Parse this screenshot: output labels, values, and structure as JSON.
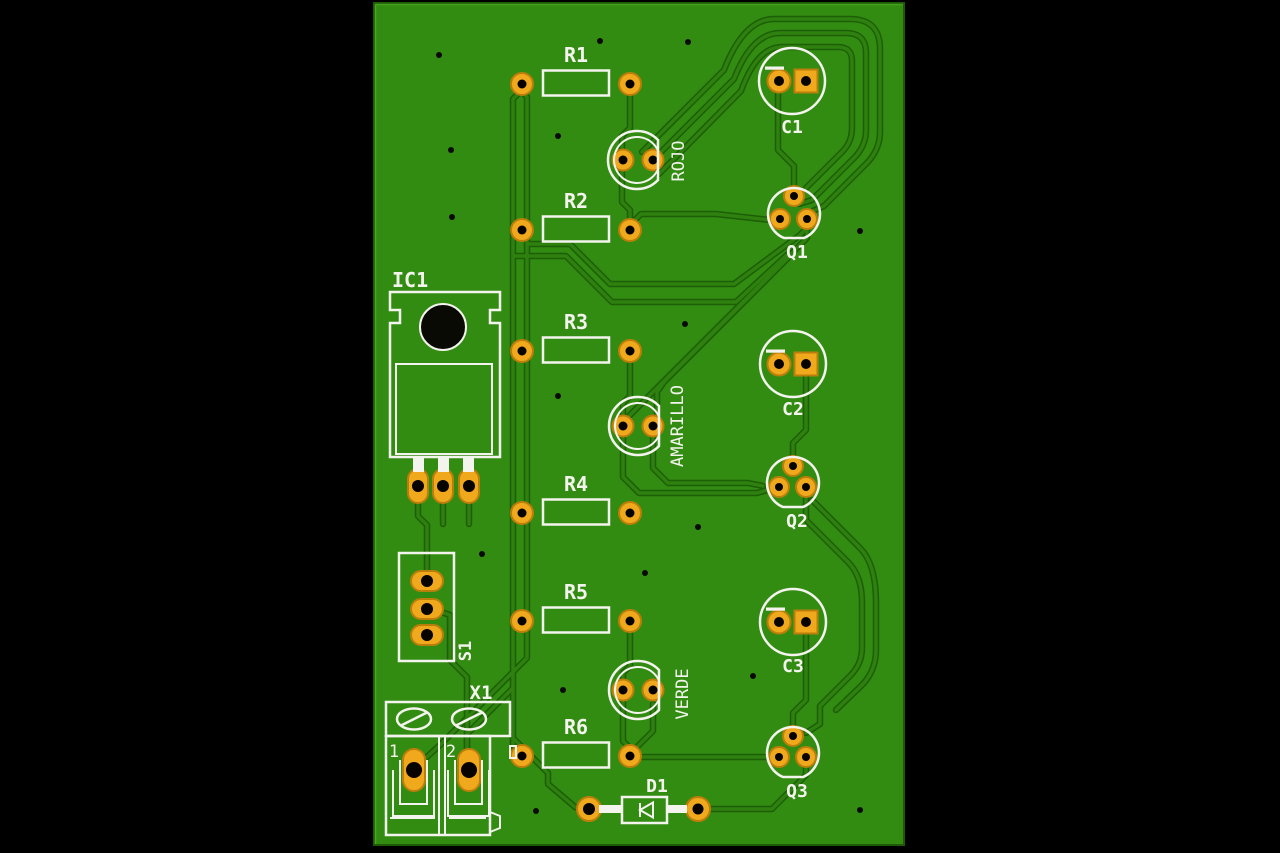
{
  "board": {
    "refs": {
      "r1": "R1",
      "r2": "R2",
      "r3": "R3",
      "r4": "R4",
      "r5": "R5",
      "r6": "R6",
      "ic1": "IC1",
      "s1": "S1",
      "x1": "X1",
      "d1": "D1",
      "c1": "C1",
      "c2": "C2",
      "c3": "C3",
      "q1": "Q1",
      "q2": "Q2",
      "q3": "Q3"
    },
    "led_labels": {
      "led1": "ROJO",
      "led2": "AMARILLO",
      "led3": "VERDE"
    },
    "terminal_pins": {
      "pin1": "1",
      "pin2": "2"
    },
    "colors": {
      "background": "#000000",
      "board": "#338c12",
      "trace_fill": "#2f810f",
      "trace_edge": "#1d5f06",
      "pad": "#f0a81c",
      "pad_edge": "#bc7e0a",
      "hole": "#070400",
      "silkscreen": "#f4f4ee"
    }
  }
}
